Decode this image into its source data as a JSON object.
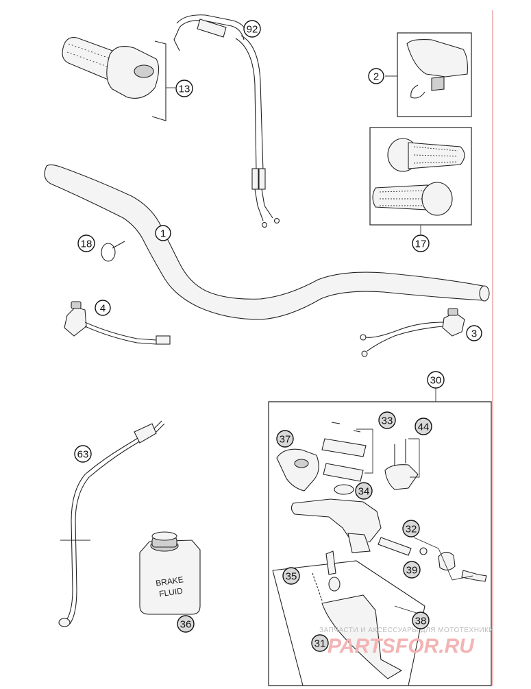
{
  "callouts": {
    "c1": "1",
    "c2": "2",
    "c3": "3",
    "c4": "4",
    "c13": "13",
    "c17": "17",
    "c18": "18",
    "c30": "30",
    "c31": "31",
    "c32": "32",
    "c33": "33",
    "c34": "34",
    "c35": "35",
    "c36": "36",
    "c37": "37",
    "c38": "38",
    "c39": "39",
    "c44": "44",
    "c63": "63",
    "c92": "92"
  },
  "bottle": {
    "line1": "BRAKE",
    "line2": "FLUID"
  },
  "watermark": {
    "small": "ЗАПЧАСТИ И АКСЕССУАРЫ ДЛЯ МОТОТЕХНИКИ",
    "big": "PARTSFOR.RU"
  },
  "colors": {
    "guide_line": "#e07a7a",
    "watermark": "#f3b4b4"
  }
}
